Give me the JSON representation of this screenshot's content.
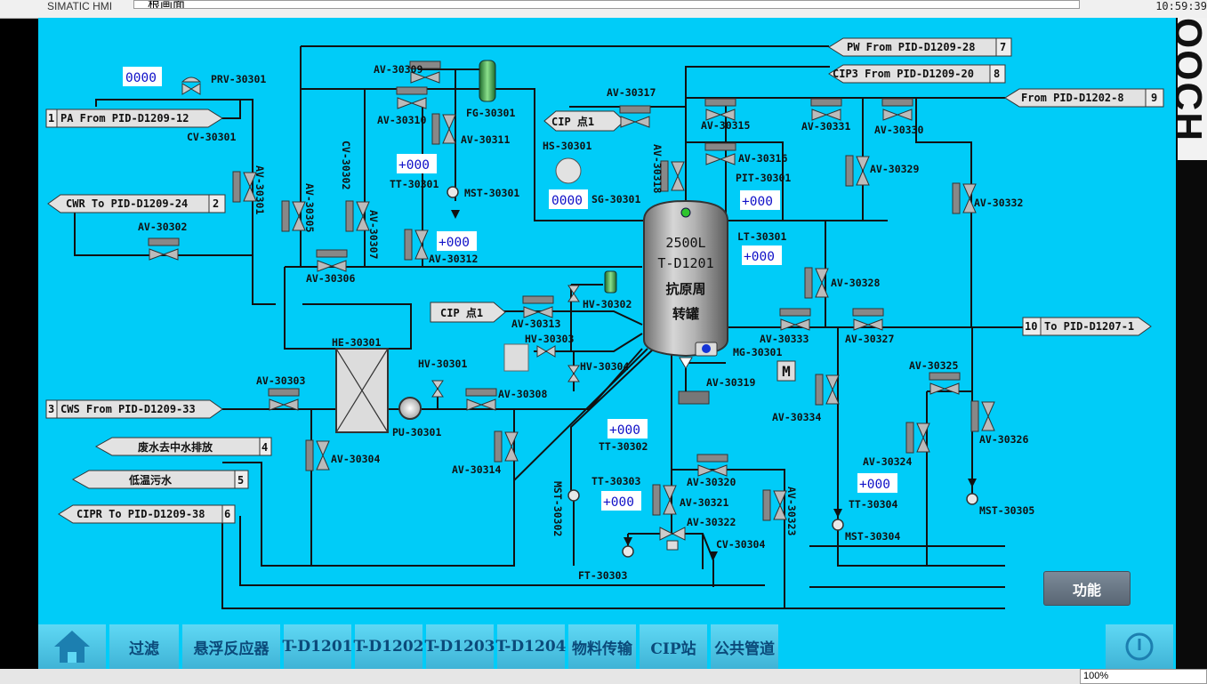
{
  "window": {
    "app_name": "SIMATIC HMI",
    "screen_title": "根画面",
    "clock": "10:59:39",
    "zoom": "100%",
    "side_banner": "OOCH"
  },
  "colors": {
    "background": "#00ccf8",
    "pipe": "#111111",
    "value_text": "#1010c8",
    "tank_gray": "#a8a8a8",
    "button_gray": "#687583"
  },
  "tank": {
    "lines": [
      "2500L",
      "T-D1201",
      "抗原周",
      "转罐"
    ]
  },
  "ports": [
    {
      "num": "1",
      "label": "PA From PID-D1209-12"
    },
    {
      "num": "2",
      "label": "CWR To PID-D1209-24"
    },
    {
      "num": "3",
      "label": "CWS From PID-D1209-33"
    },
    {
      "num": "4",
      "label": "废水去中水排放"
    },
    {
      "num": "5",
      "label": "低温污水"
    },
    {
      "num": "6",
      "label": "CIPR To PID-D1209-38"
    },
    {
      "num": "7",
      "label": "PW From PID-D1209-28"
    },
    {
      "num": "8",
      "label": "CIP3 From PID-D1209-20"
    },
    {
      "num": "9",
      "label": "From PID-D1202-8"
    },
    {
      "num": "10",
      "label": "To PID-D1207-1"
    }
  ],
  "cip_points": [
    "CIP 点1",
    "CIP 点1"
  ],
  "values": {
    "prv": "0000",
    "sg": "0000",
    "tt30301": "+000",
    "av30312": "+000",
    "pit": "+000",
    "lt": "+000",
    "tt30302": "+000",
    "tt30303": "+000",
    "tt30304": "+000"
  },
  "tags": {
    "prv30301": "PRV-30301",
    "cv30301": "CV-30301",
    "av30301": "AV-30301",
    "av30302": "AV-30302",
    "av30303": "AV-30303",
    "av30304": "AV-30304",
    "av30305": "AV-30305",
    "av30306": "AV-30306",
    "cv30302": "CV-30302",
    "av30307": "AV-30307",
    "av30308": "AV-30308",
    "av30309": "AV-30309",
    "av30310": "AV-30310",
    "av30311": "AV-30311",
    "av30312": "AV-30312",
    "av30313": "AV-30313",
    "av30314": "AV-30314",
    "av30315": "AV-30315",
    "av30316": "AV-30316",
    "av30317": "AV-30317",
    "av30318": "AV-30318",
    "av30319": "AV-30319",
    "av30320": "AV-30320",
    "av30321": "AV-30321",
    "av30322": "AV-30322",
    "av30323": "AV-30323",
    "av30324": "AV-30324",
    "av30325": "AV-30325",
    "av30326": "AV-30326",
    "av30327": "AV-30327",
    "av30328": "AV-30328",
    "av30329": "AV-30329",
    "av30330": "AV-30330",
    "av30331": "AV-30331",
    "av30332": "AV-30332",
    "av30333": "AV-30333",
    "av30334": "AV-30334",
    "fg30301": "FG-30301",
    "hs30301": "HS-30301",
    "sg30301": "SG-30301",
    "tt30301": "TT-30301",
    "mst30301": "MST-30301",
    "pit30301": "PIT-30301",
    "lt30301": "LT-30301",
    "he30301": "HE-30301",
    "hv30301": "HV-30301",
    "hv30302": "HV-30302",
    "hv30303": "HV-30303",
    "hv30304": "HV-30304",
    "pu30301": "PU-30301",
    "mg30301": "MG-30301",
    "tt30302": "TT-30302",
    "tt30303": "TT-30303",
    "mst30302": "MST-30302",
    "ft30303": "FT-30303",
    "cv30304": "CV-30304",
    "tt30304": "TT-30304",
    "mst30304": "MST-30304",
    "mst30305": "MST-30305",
    "motor": "M"
  },
  "function_button": "功能",
  "nav": [
    "过滤",
    "悬浮反应器",
    "T-D1201",
    "T-D1202",
    "T-D1203",
    "T-D1204",
    "物料传输",
    "CIP站",
    "公共管道"
  ]
}
